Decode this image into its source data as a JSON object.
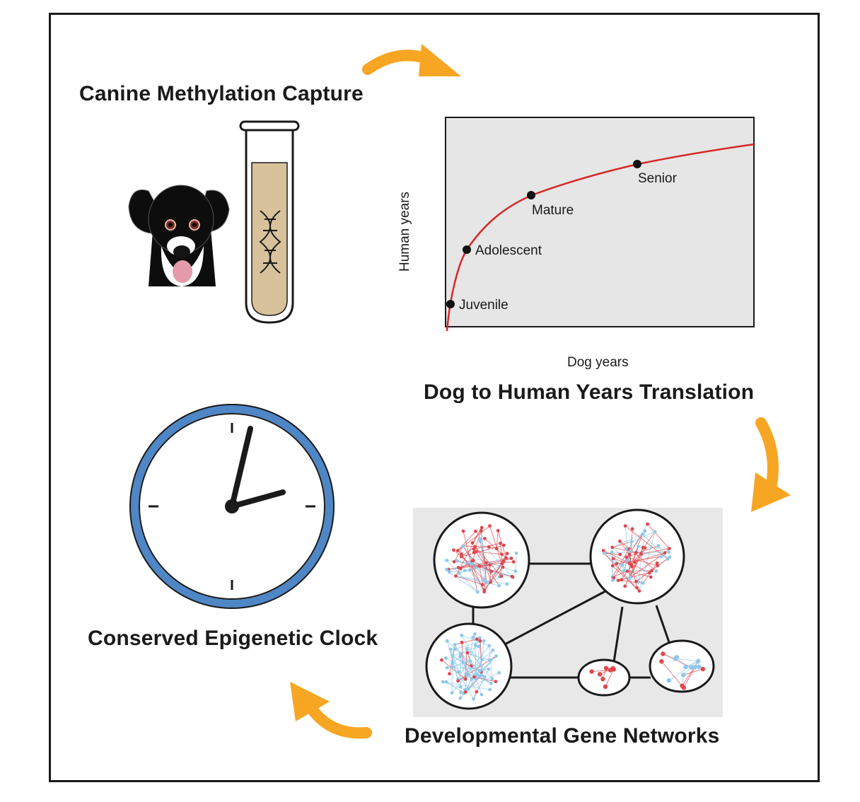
{
  "titles": {
    "capture": "Canine Methylation Capture",
    "translation": "Dog to Human Years Translation",
    "networks": "Developmental Gene Networks",
    "clock": "Conserved Epigenetic Clock"
  },
  "chart_data": {
    "type": "line",
    "xlabel": "Dog years",
    "ylabel": "Human years",
    "points": [
      {
        "label": "Juvenile"
      },
      {
        "label": "Adolescent"
      },
      {
        "label": "Mature"
      },
      {
        "label": "Senior"
      }
    ],
    "line_color": "#d62728",
    "background": "#e6e6e6"
  },
  "colors": {
    "arrow": "#f6a623",
    "clock_ring": "#4f86c6",
    "node_red": "#e0474c",
    "node_blue": "#8ec8ea",
    "panel_bg": "#e8e8e8"
  }
}
